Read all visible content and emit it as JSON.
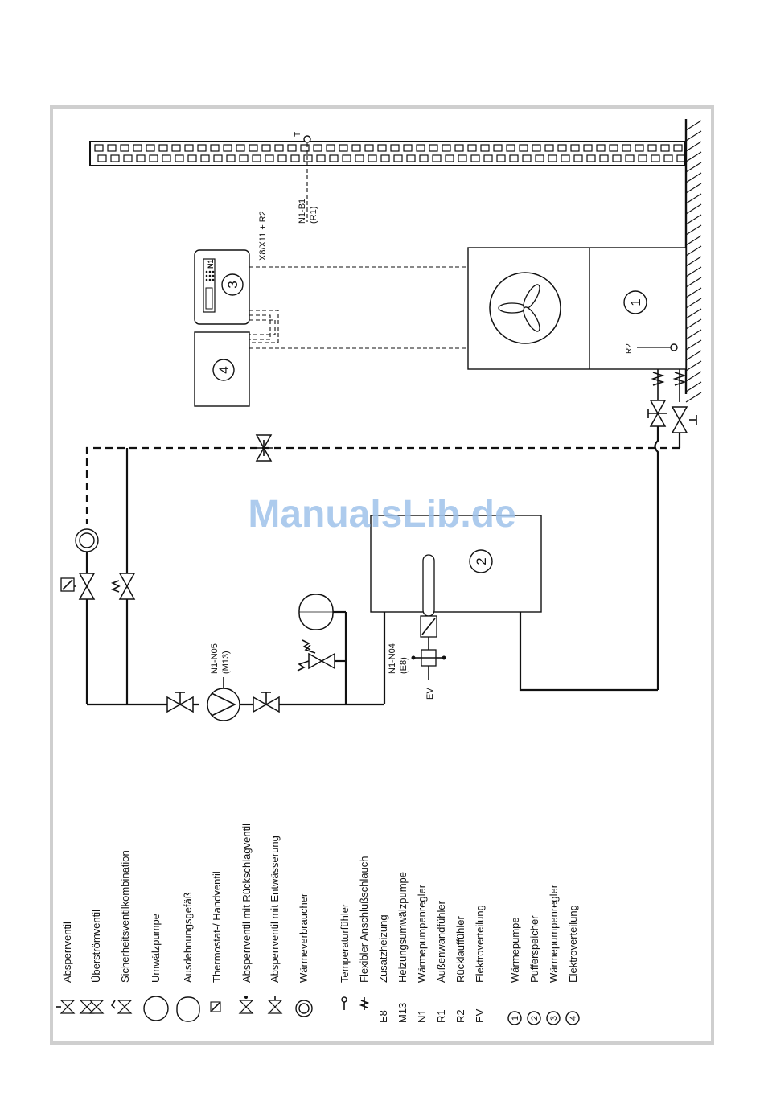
{
  "watermark": "ManualsLib.de",
  "components": {
    "c1": "1",
    "c2": "2",
    "c3": "3",
    "c4": "4"
  },
  "labels": {
    "t": "T",
    "n1b1": "N1-B1",
    "r1": "(R1)",
    "x8": "X8/X11 + R2",
    "n1_display": "N1",
    "r2": "R2",
    "n1n05": "N1-N05",
    "m13": "(M13)",
    "n1n04": "N1-N04",
    "e8": "(E8)",
    "ev": "EV"
  },
  "legend": {
    "symbols": [
      "Absperrventil",
      "Überströmventil",
      "Sicherheitsventilkombination",
      "Umwälzpumpe",
      "Ausdehnungsgefäß",
      "Thermostat-/ Handventil",
      "Absperrventil mit Rückschlagventil",
      "Absperrventil mit Entwässerung",
      "Wärmeverbraucher"
    ],
    "abbreviations": [
      {
        "code": "",
        "text": "Temperaturfühler"
      },
      {
        "code": "",
        "text": "Flexibler Anschlußschlauch"
      },
      {
        "code": "E8",
        "text": "Zusatzheizung"
      },
      {
        "code": "M13",
        "text": "Heizungsumwälzpumpe"
      },
      {
        "code": "N1",
        "text": "Wärmepumpenregler"
      },
      {
        "code": "R1",
        "text": "Außenwandfühler"
      },
      {
        "code": "R2",
        "text": "Rücklauffühler"
      },
      {
        "code": "EV",
        "text": "Elektroverteilung"
      }
    ],
    "numbered": [
      {
        "num": "1",
        "text": "Wärmepumpe"
      },
      {
        "num": "2",
        "text": "Pufferspeicher"
      },
      {
        "num": "3",
        "text": "Wärmepumpenregler"
      },
      {
        "num": "4",
        "text": "Elektroverteilung"
      }
    ]
  }
}
